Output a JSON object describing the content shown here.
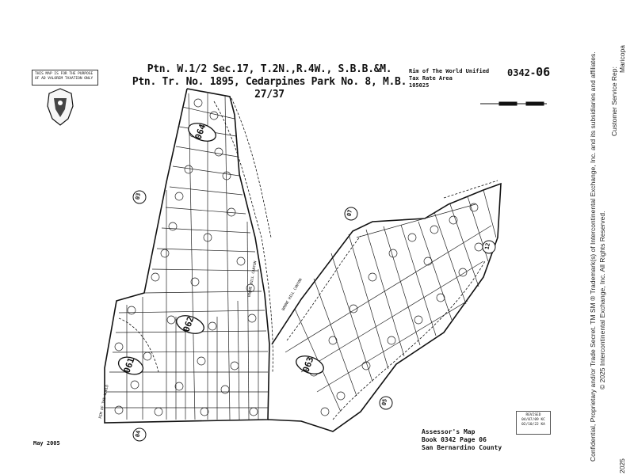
{
  "map": {
    "notice": [
      "THIS MAP IS FOR THE PURPOSE",
      "OF AD VALOREM TAXATION ONLY"
    ],
    "title_line1": "Ptn. W.1/2 Sec.17, T.2N.,R.4W., S.B.B.&M.",
    "title_line2": "Ptn. Tr. No. 1895, Cedarpines Park No. 8, M.B. 27/37",
    "district": "Rim of The World Unified",
    "tax_rate_area_label": "Tax Rate Area",
    "tax_rate_area": "105025",
    "book_number": "0342-",
    "page_number": "06",
    "date": "May 2005",
    "footer_lines": [
      "Assessor's Map",
      "Book 0342 Page 06",
      "San Bernardino County"
    ],
    "revised_label": "REVISED",
    "revised_dates": [
      "04/07/09 KC",
      "02/10/22 KA"
    ],
    "block_labels": [
      "061",
      "062",
      "063",
      "064"
    ],
    "adjoining_pages": [
      "03",
      "04",
      "05",
      "07",
      "12"
    ],
    "road_names": [
      "RIM OF THE WORLD",
      "BOONE HILL CANYON",
      "BOONE HILL CANYON"
    ]
  },
  "sidebar": {
    "confidential": "Confidential, Proprietary and/or Trade Secret. TM SM ® Trademark(s) of Intercontinental Exchange, Inc. and its subsidiaries and affiliates.",
    "copyright": "© 2025 Intercontinental Exchange, Inc. All Rights Reserved.",
    "service_label": "Customer Service Rep:",
    "county": "Maricopa",
    "year": "2025"
  }
}
